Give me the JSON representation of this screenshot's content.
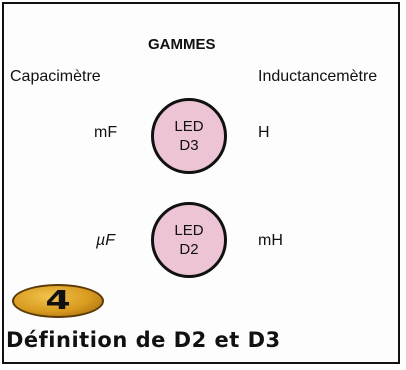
{
  "heading": "GAMMES",
  "left_title": "Capacimètre",
  "right_title": "Inductancemètre",
  "rows": [
    {
      "left_unit": "mF",
      "led_line1": "LED",
      "led_line2": "D3",
      "right_unit": "H"
    },
    {
      "left_unit": "µF",
      "led_line1": "LED",
      "led_line2": "D2",
      "right_unit": "mH"
    }
  ],
  "badge_number": "4",
  "caption": "Définition de D2 et D3",
  "colors": {
    "led_fill": "#edc4d6",
    "badge_fill": "#d89a1e",
    "border": "#111111"
  }
}
